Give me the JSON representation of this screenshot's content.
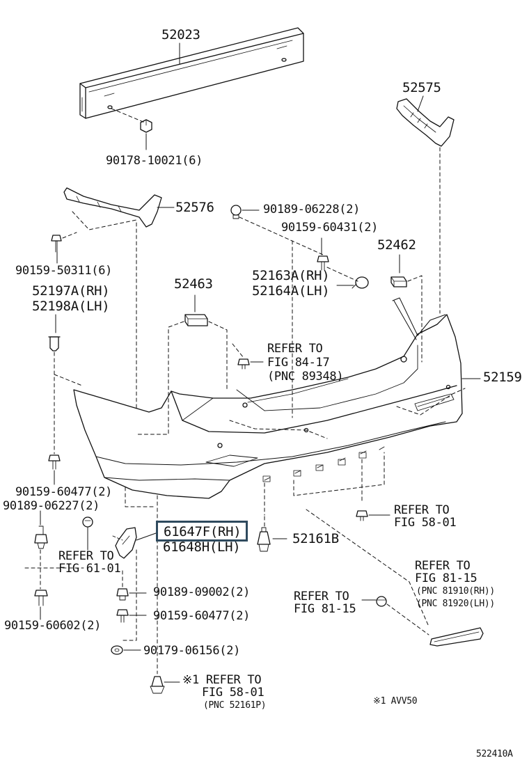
{
  "parts": {
    "p52023": "52023",
    "p52575": "52575",
    "p90178": "90178-10021(6)",
    "p52576": "52576",
    "p90189_06228": "90189-06228(2)",
    "p90159_60431": "90159-60431(2)",
    "p90159_50311": "90159-50311(6)",
    "p52462": "52462",
    "p52197A": "52197A(RH)",
    "p52198A": "52198A(LH)",
    "p52463": "52463",
    "p52163A": "52163A(RH)",
    "p52164A": "52164A(LH)",
    "p52159": "52159",
    "p90159_60477_a": "90159-60477(2)",
    "p90189_06227": "90189-06227(2)",
    "p61647F": "61647F(RH)",
    "p61648H": "61648H(LH)",
    "p52161B": "52161B",
    "p90189_09002": "90189-09002(2)",
    "p90159_60477_b": "90159-60477(2)",
    "p90159_60602": "90159-60602(2)",
    "p90179_06156": "90179-06156(2)"
  },
  "refs": {
    "fig8417_a": "REFER TO",
    "fig8417_b": "FIG 84-17",
    "fig8417_c": "(PNC 89348)",
    "fig5801_a": "REFER TO",
    "fig5801_b": "FIG 58-01",
    "fig6101_a": "REFER TO",
    "fig6101_b": "FIG 61-01",
    "fig8115r_a": "REFER TO",
    "fig8115r_b": "FIG 81-15",
    "fig8115r_c": "(PNC 81910(RH))",
    "fig8115r_d": "(PNC 81920(LH))",
    "fig8115l_a": "REFER TO",
    "fig8115l_b": "FIG 81-15",
    "fig5801b_a": "※1 REFER TO",
    "fig5801b_b": "FIG 58-01",
    "fig5801b_c": "(PNC 52161P)"
  },
  "notes": {
    "avv50": "※1  AVV50",
    "code": "522410A"
  }
}
